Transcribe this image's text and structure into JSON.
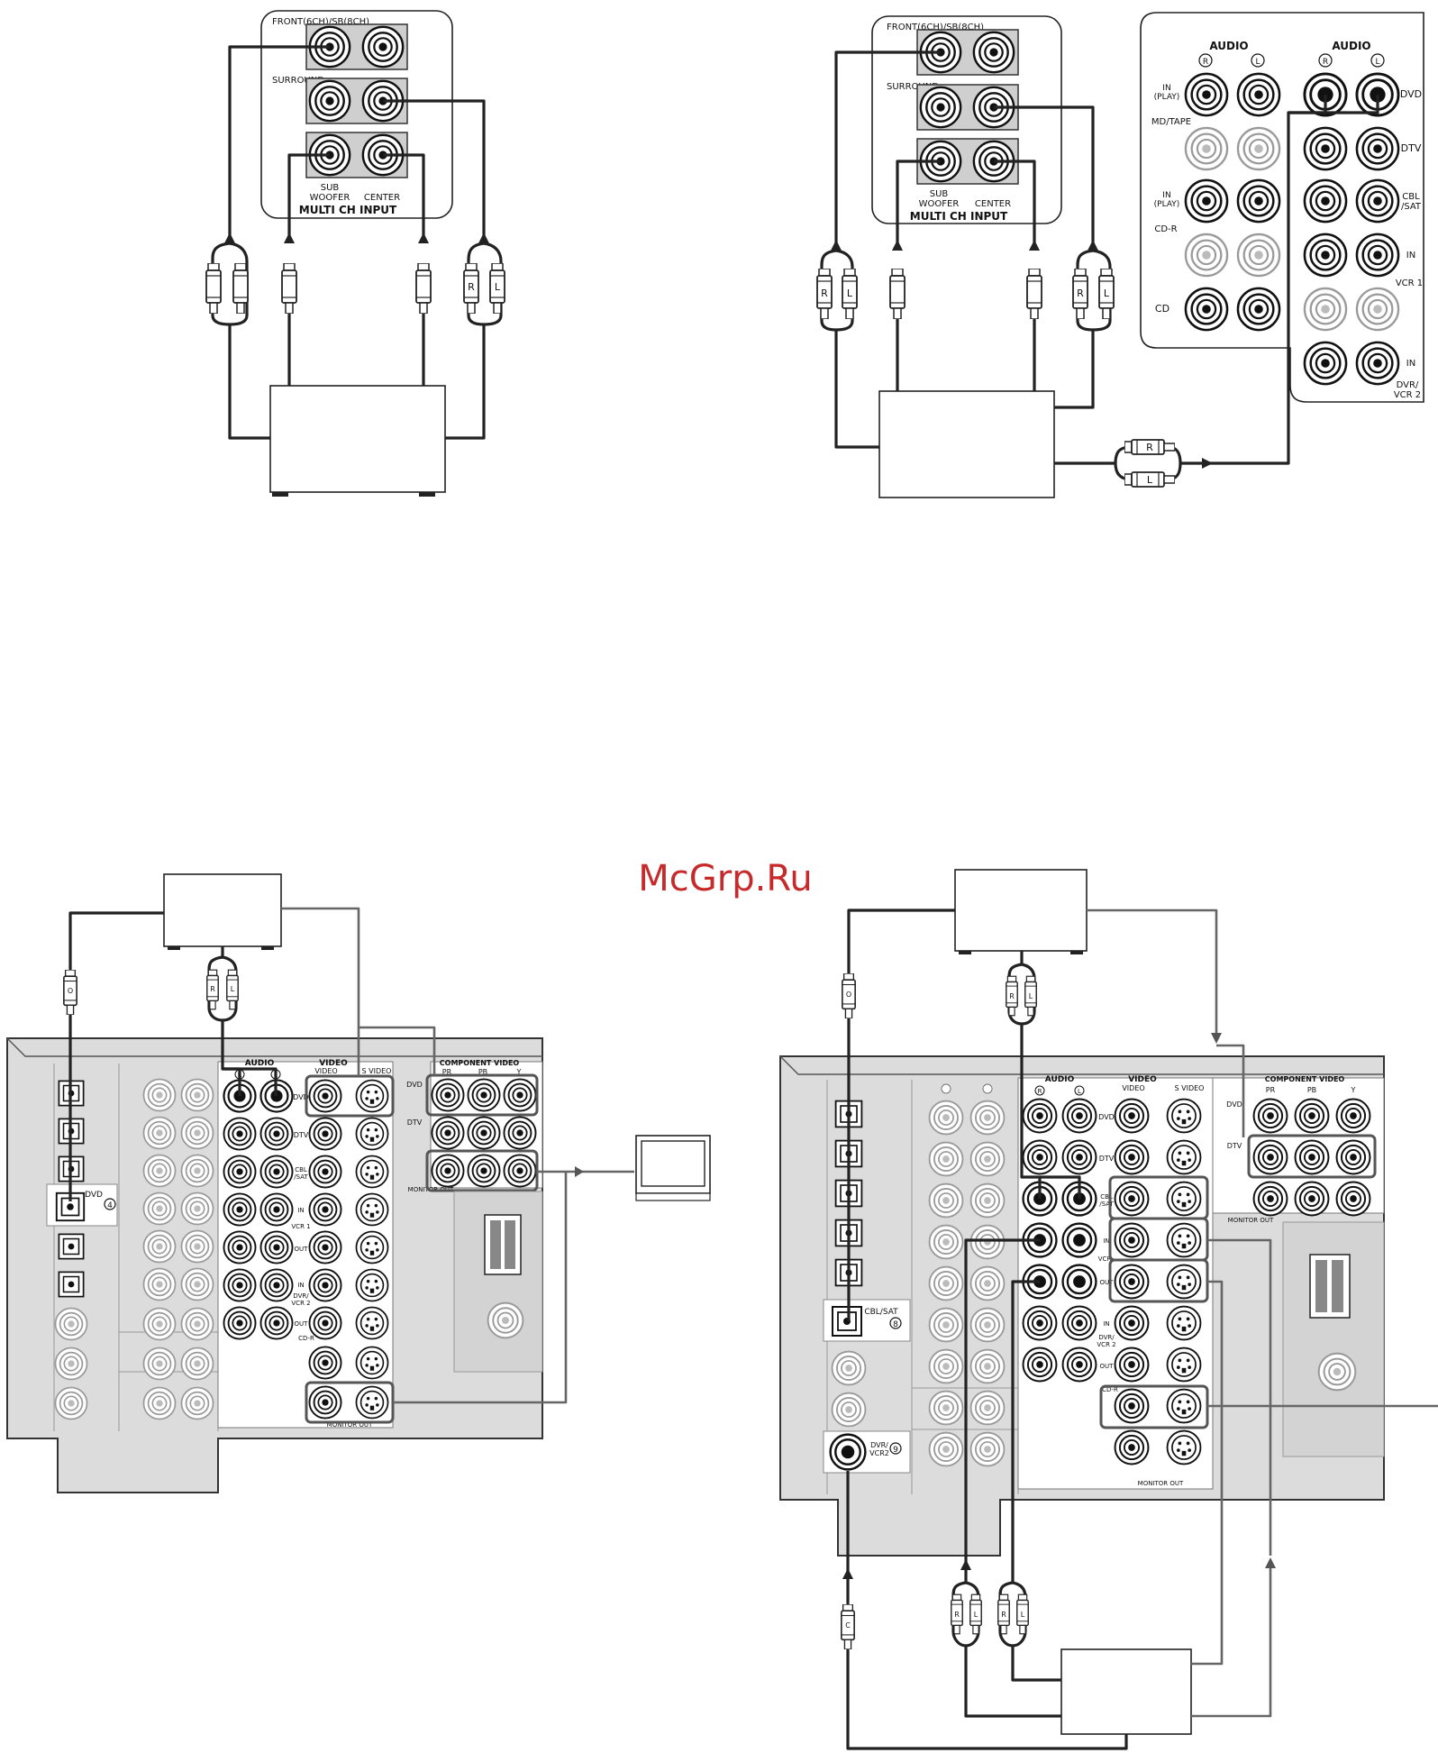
{
  "watermark": "McGrp.Ru",
  "fig1": {
    "front_label": "FRONT(6CH)/SB(8CH)",
    "surround_label": "SURROUND",
    "sub_woofer": "SUB\nWOOFER",
    "center": "CENTER",
    "title": "MULTI CH INPUT",
    "plug_r": "R",
    "plug_l": "L"
  },
  "fig2": {
    "front_label": "FRONT(6CH)/SB(8CH)",
    "surround_label": "SURROUND",
    "sub_woofer": "SUB\nWOOFER",
    "center": "CENTER",
    "title": "MULTI CH INPUT",
    "plug_r": "R",
    "plug_l": "L",
    "audio": "AUDIO",
    "ch_r": "R",
    "ch_l": "L",
    "in_play": "IN\n(PLAY)",
    "md_tape": "MD/TAPE",
    "cd_r": "CD-R",
    "cd": "CD",
    "dvd": "DVD",
    "dtv": "DTV",
    "cbl_sat": "CBL\n/SAT",
    "in": "IN",
    "vcr1": "VCR 1",
    "dvr_vcr2": "DVR/\nVCR 2"
  },
  "fig3": {
    "audio": "AUDIO",
    "video": "VIDEO",
    "video_sub": "VIDEO",
    "s_video": "S VIDEO",
    "component_video": "COMPONENT VIDEO",
    "pr": "PR",
    "pb": "PB",
    "y": "Y",
    "ch_r": "R",
    "ch_l": "L",
    "dvd": "DVD",
    "dtv": "DTV",
    "cbl_sat": "CBL\n/SAT",
    "in": "IN",
    "vcr1": "VCR 1",
    "out": "OUT",
    "dvr_vcr2": "DVR/\nVCR 2",
    "cd_r": "CD-R",
    "monitor_out": "MONITOR OUT",
    "optical_dvd": "DVD",
    "optical_num": "4",
    "plug_o": "O",
    "plug_r": "R",
    "plug_l": "L"
  },
  "fig4": {
    "audio": "AUDIO",
    "video": "VIDEO",
    "video_sub": "VIDEO",
    "s_video": "S VIDEO",
    "component_video": "COMPONENT VIDEO",
    "pr": "PR",
    "pb": "PB",
    "y": "Y",
    "ch_r": "R",
    "ch_l": "L",
    "dvd": "DVD",
    "dtv": "DTV",
    "cbl_sat": "CBL\n/SAT",
    "in": "IN",
    "vcr": "VCR",
    "out": "OUT",
    "dvr_vcr2": "DVR/\nVCR 2",
    "cd_r": "CD-R",
    "monitor_out": "MONITOR OUT",
    "optical_cblsat": "CBL/SAT",
    "optical_num8": "8",
    "coax_dvr": "DVR/\nVCR2",
    "coax_num": "9",
    "plug_o": "O",
    "plug_c": "C",
    "plug_r": "R",
    "plug_l": "L"
  }
}
